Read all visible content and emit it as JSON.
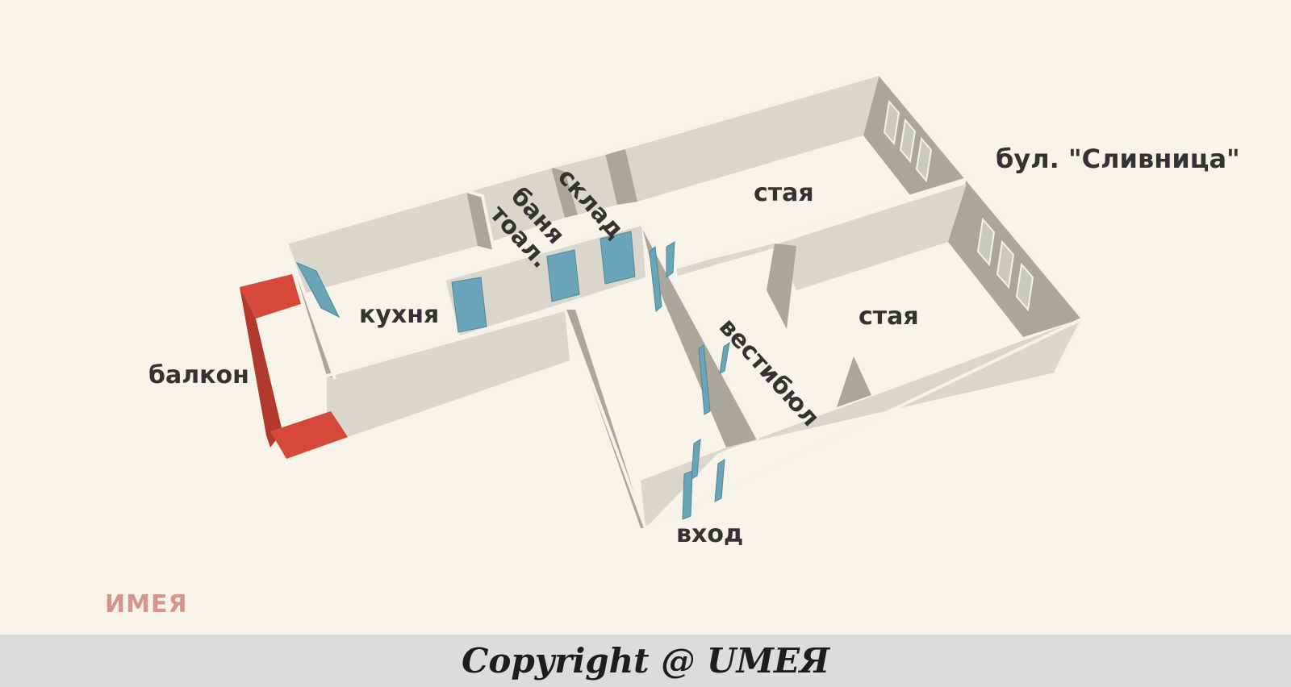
{
  "labels": {
    "street": "бул. \"Сливница\"",
    "room_top": "стая",
    "room_right": "стая",
    "warehouse": "склад",
    "bathroom": "баня",
    "toilet": "тоал.",
    "kitchen": "кухня",
    "balcony": "балкон",
    "vestibule": "вестибюл",
    "entrance": "вход"
  },
  "brand": "ИМЕЯ",
  "footer": {
    "copyright": "Copyright @ UMEЯ"
  },
  "colors": {
    "background": "#f7f3e8",
    "wall_top": "#f4f2ea",
    "wall_light": "#d9d7cb",
    "wall_dark": "#a9a79c",
    "balcony": "#d6493a",
    "door": "#6aa4b8",
    "window": "#c9c9c2",
    "text": "#333333",
    "brand": "#d8938c",
    "footer_bg": "#dcdcdc"
  }
}
